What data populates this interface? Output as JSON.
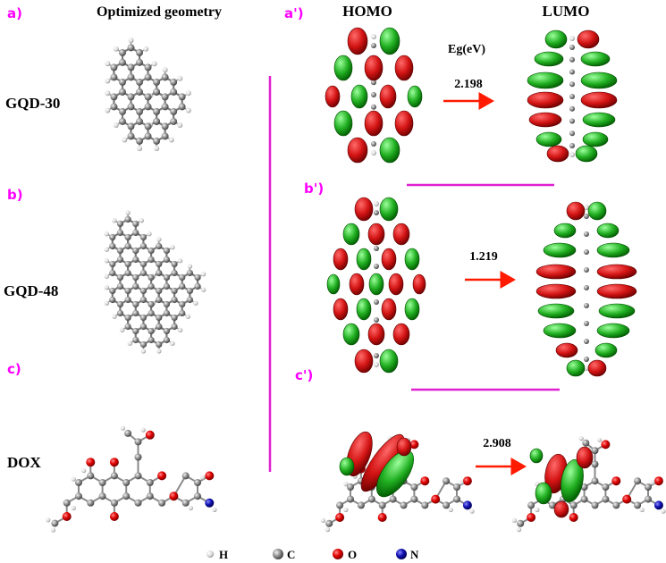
{
  "headers": {
    "col1": "Optimized geometry",
    "homo": "HOMO",
    "lumo": "LUMO"
  },
  "panels": {
    "a": "a)",
    "b": "b)",
    "c": "c)",
    "a_prime": "a')",
    "b_prime": "b')",
    "c_prime": "c')"
  },
  "molecules": {
    "gqd30": "GQD-30",
    "gqd48": "GQD-48",
    "dox": "DOX"
  },
  "energy_gap": {
    "label": "Eg(eV)",
    "gqd30": "2.198",
    "gqd48": "1.219",
    "dox": "2.908"
  },
  "legend": {
    "h": "H",
    "c": "C",
    "o": "O",
    "n": "N"
  },
  "colors": {
    "panel_label": "#ff00ff",
    "divider": "#e020d0",
    "arrow": "#ff1a00",
    "orbital_positive": "#cc1010",
    "orbital_negative": "#20a020",
    "carbon": "#8a8a8a",
    "hydrogen": "#e2e2e2",
    "oxygen": "#d01010",
    "nitrogen": "#1a1aa8"
  },
  "icons": {
    "h": "hydrogen-atom-icon",
    "c": "carbon-atom-icon",
    "o": "oxygen-atom-icon",
    "n": "nitrogen-atom-icon"
  }
}
